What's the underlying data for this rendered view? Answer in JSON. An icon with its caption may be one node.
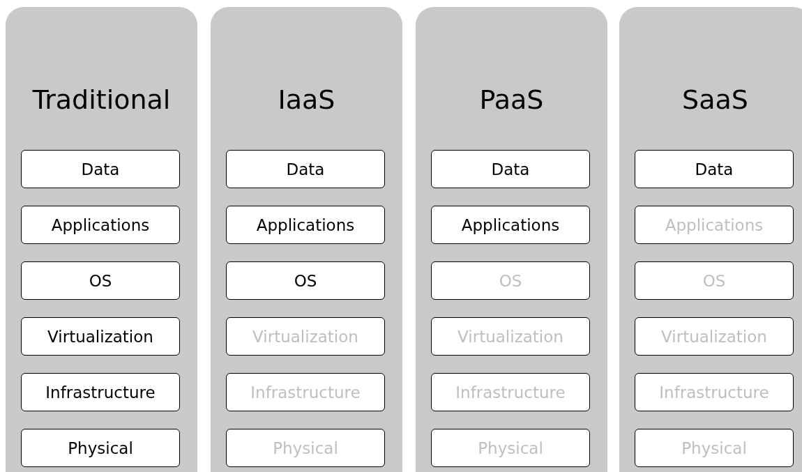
{
  "diagram": {
    "nodes": [
      {
        "text": [
          "Traditional"
        ]
      },
      {
        "text": [
          "Data"
        ],
        "in": 0
      },
      {
        "text": [
          "Applications"
        ],
        "in": 0
      },
      {
        "text": [
          "OS"
        ],
        "in": 0
      },
      {
        "text": [
          "Virtualization"
        ],
        "in": 0
      },
      {
        "text": [
          "Infrastructure"
        ],
        "in": 0
      },
      {
        "text": [
          "Physical"
        ],
        "in": 0
      },
      {
        "text": [
          "IaaS"
        ]
      },
      {
        "text": [
          "Data"
        ],
        "in": 7
      },
      {
        "text": [
          "Applications"
        ],
        "in": 7
      },
      {
        "text": [
          "OS"
        ],
        "in": 7
      },
      {
        "text": [
          "Virtualization"
        ],
        "in": 7
      },
      {
        "text": [
          "Infrastructure"
        ],
        "in": 7
      },
      {
        "text": [
          "Physical"
        ],
        "in": 7
      },
      {
        "text": [
          "PaaS"
        ]
      },
      {
        "text": [
          "Data"
        ],
        "in": 14
      },
      {
        "text": [
          "Applications"
        ],
        "in": 14
      },
      {
        "text": [
          "OS"
        ],
        "in": 14
      },
      {
        "text": [
          "Virtualization"
        ],
        "in": 14
      },
      {
        "text": [
          "Infrastructure"
        ],
        "in": 14
      },
      {
        "text": [
          "Physical"
        ],
        "in": 14
      },
      {
        "text": [
          "SaaS"
        ]
      },
      {
        "text": [
          "Data"
        ],
        "in": 21
      },
      {
        "text": [
          "Applications"
        ],
        "in": 21
      },
      {
        "text": [
          "OS"
        ],
        "in": 21
      },
      {
        "text": [
          "Virtualization"
        ],
        "in": 21
      },
      {
        "text": [
          "Infrastructure"
        ],
        "in": 21
      },
      {
        "text": [
          "Physical"
        ],
        "in": 21
      }
    ]
  }
}
